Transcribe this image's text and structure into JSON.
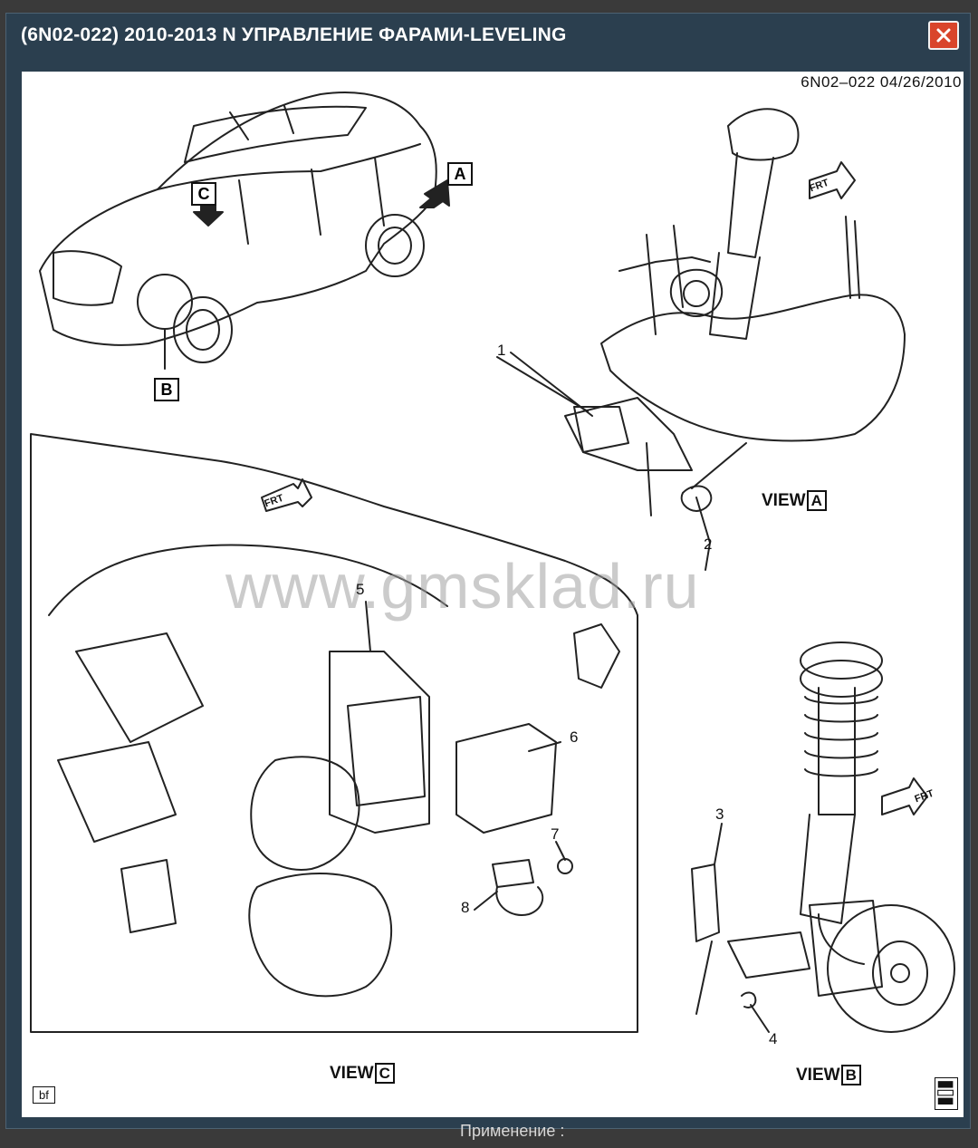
{
  "window": {
    "title": "(6N02-022) 2010-2013 N УПРАВЛЕНИЕ ФАРАМИ-LEVELING",
    "close_icon": "close-x-icon",
    "accent_close": "#d9452b",
    "titlebar_color": "#2b3f4f"
  },
  "diagram": {
    "header_code": "6N02–022  04/26/2010",
    "watermark": "www.gmsklad.ru",
    "callouts": [
      "1",
      "2",
      "3",
      "4",
      "5",
      "6",
      "7",
      "8"
    ],
    "views": {
      "a": {
        "prefix": "VIEW",
        "letter": "A"
      },
      "b": {
        "prefix": "VIEW",
        "letter": "B"
      },
      "c": {
        "prefix": "VIEW",
        "letter": "C"
      }
    },
    "vehicle_markers": [
      "C",
      "A",
      "B"
    ],
    "frt_label": "FRT",
    "footer_tag": "bf"
  },
  "background": {
    "partial_text": "Применение :"
  }
}
